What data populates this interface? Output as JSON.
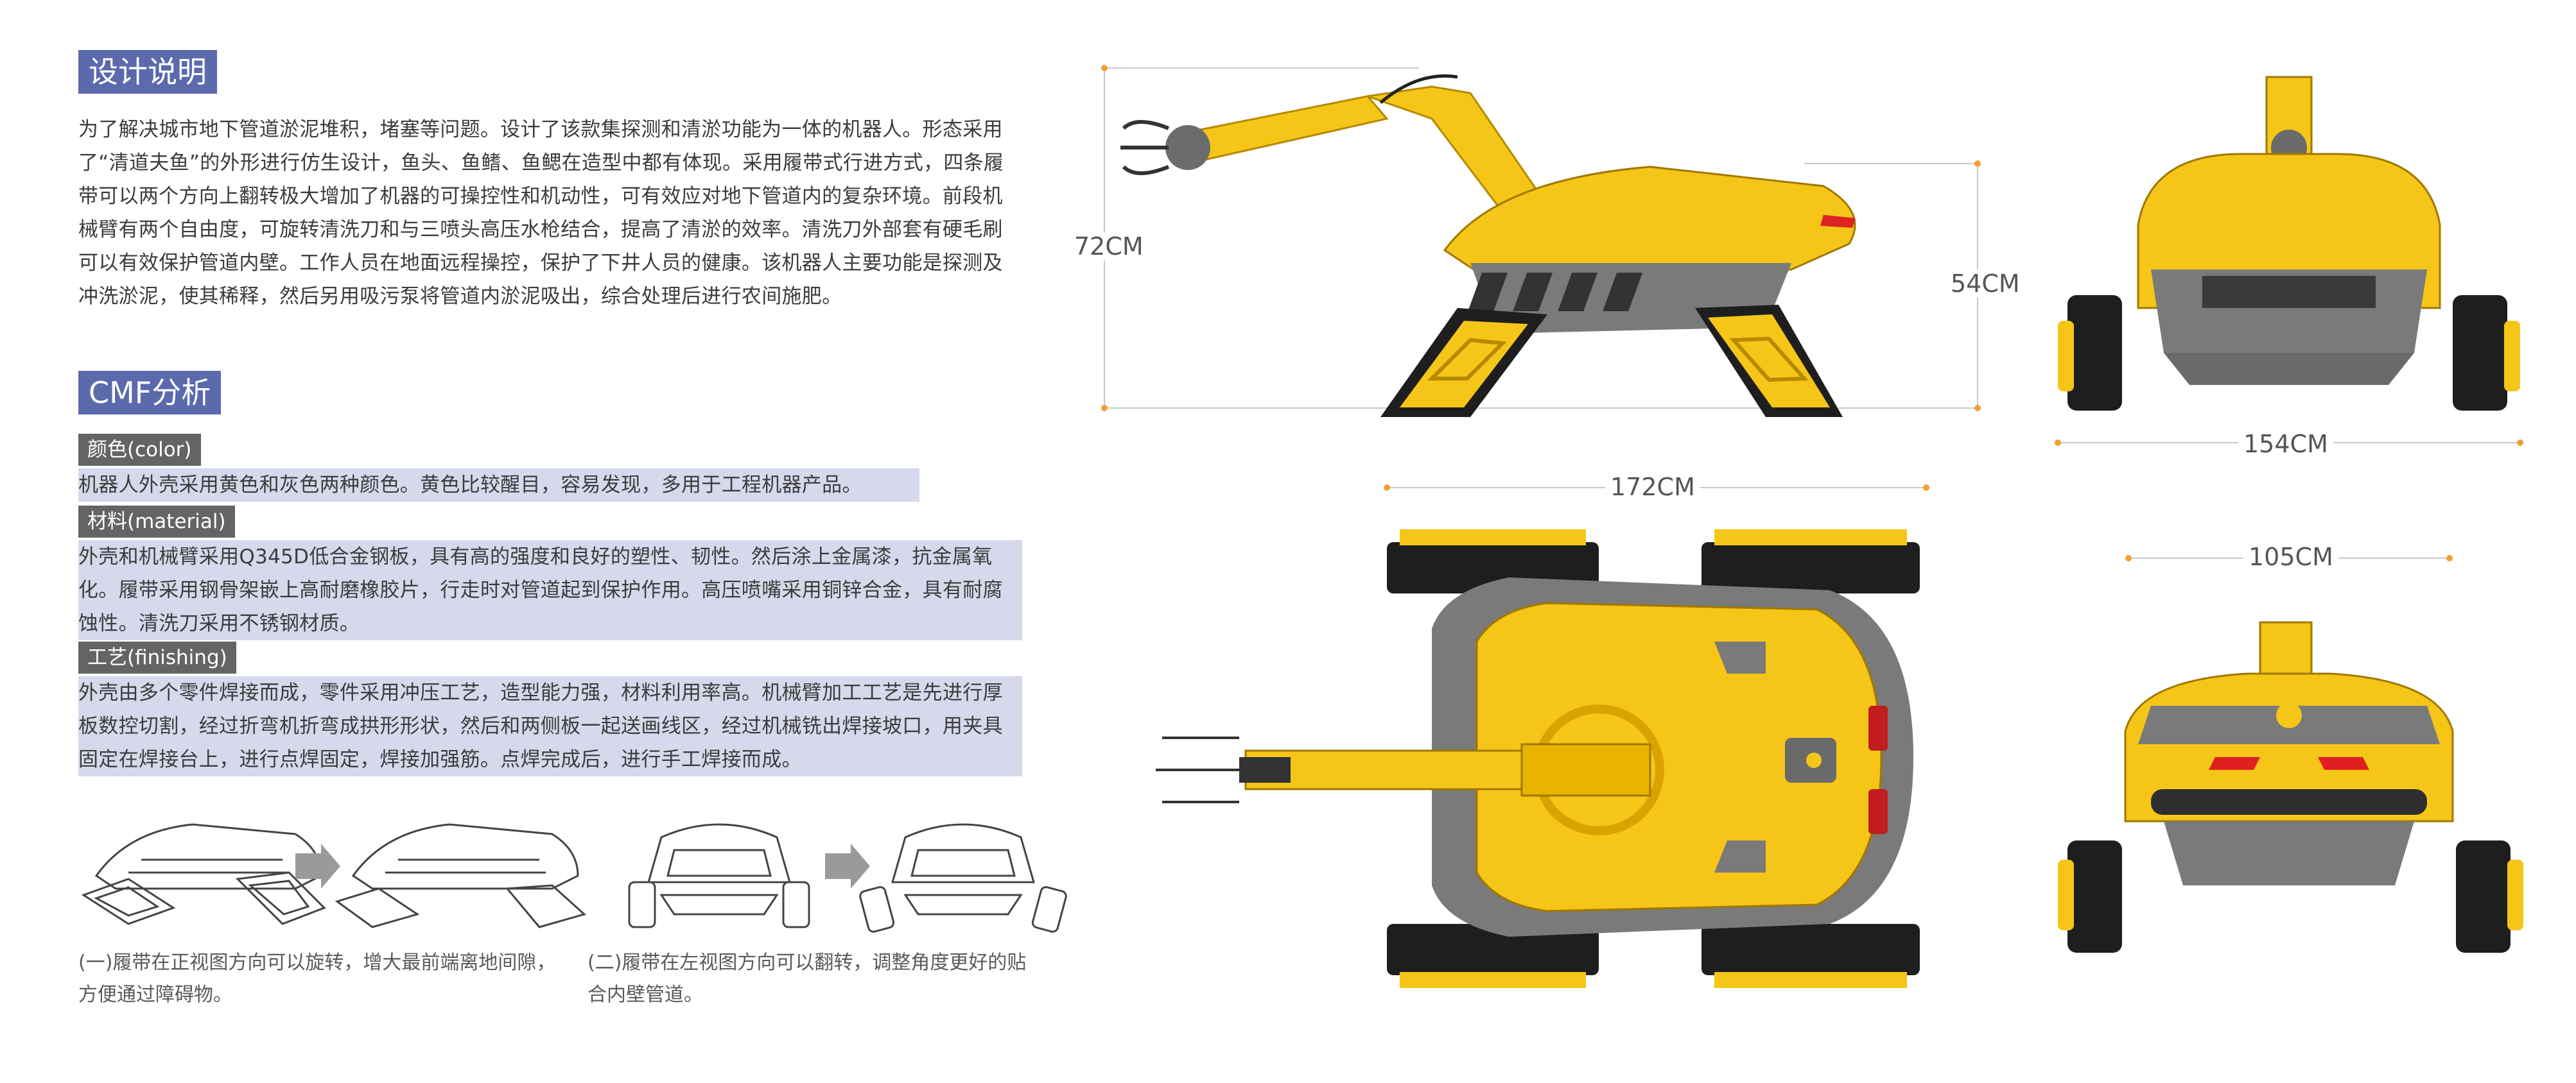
{
  "design": {
    "heading": "设计说明",
    "paragraph": "为了解决城市地下管道淤泥堆积，堵塞等问题。设计了该款集探测和清淤功能为一体的机器人。形态采用了“清道夫鱼”的外形进行仿生设计，鱼头、鱼鳍、鱼鳃在造型中都有体现。采用履带式行进方式，四条履带可以两个方向上翻转极大增加了机器的可操控性和机动性，可有效应对地下管道内的复杂环境。前段机械臂有两个自由度，可旋转清洗刀和与三喷头高压水枪结合，提高了清淤的效率。清洗刀外部套有硬毛刷可以有效保护管道内壁。工作人员在地面远程操控，保护了下井人员的健康。该机器人主要功能是探测及冲洗淤泥，使其稀释，然后另用吸污泵将管道内淤泥吸出，综合处理后进行农间施肥。"
  },
  "cmf": {
    "heading": "CMF分析",
    "color": {
      "tag": "颜色(color)",
      "text": "机器人外壳采用黄色和灰色两种颜色。黄色比较醒目，容易发现，多用于工程机器产品。"
    },
    "material": {
      "tag": "材料(material)",
      "text": "外壳和机械臂采用Q345D低合金钢板，具有高的强度和良好的塑性、韧性。然后涂上金属漆，抗金属氧化。履带采用钢骨架嵌上高耐磨橡胶片，行走时对管道起到保护作用。高压喷嘴采用铜锌合金，具有耐腐蚀性。清洗刀采用不锈钢材质。"
    },
    "finishing": {
      "tag": "工艺(finishing)",
      "text": "外壳由多个零件焊接而成，零件采用冲压工艺，造型能力强，材料利用率高。机械臂加工工艺是先进行厚板数控切割，经过折弯机折弯成拱形形状，然后和两侧板一起送画线区，经过机械铣出焊接坡口，用夹具固定在焊接台上，进行点焊固定，焊接加强筋。点焊完成后，进行手工焊接而成。"
    }
  },
  "captions": {
    "front_rotation": "(一)履带在正视图方向可以旋转，增大最前端离地间隙，方便通过障碍物。",
    "side_flip": "(二)履带在左视图方向可以翻转，调整角度更好的贴合内壁管道。"
  },
  "dimensions": {
    "height_arm": "72CM",
    "height_body": "54CM",
    "width_front": "154CM",
    "length_top": "172CM",
    "width_rear": "105CM"
  },
  "colors": {
    "heading_bg": "#5b69ad",
    "tag_bg": "#646464",
    "highlight_bg": "#d6d8ec",
    "robot_yellow": "#f5c518",
    "robot_gray": "#7a7a7a",
    "dim_line": "#f0a030"
  }
}
